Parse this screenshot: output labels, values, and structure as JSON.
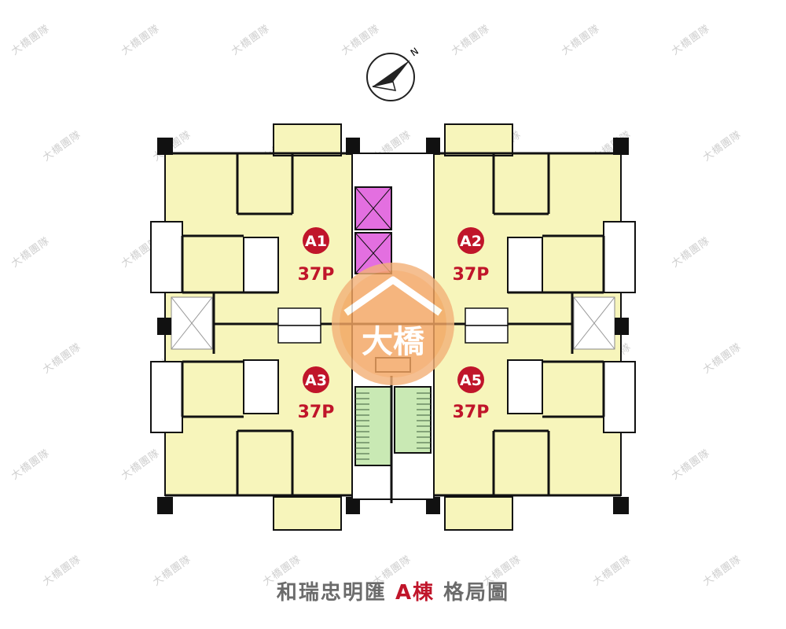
{
  "watermark": "大橋團隊",
  "compass": {
    "north_label": "N"
  },
  "center_logo": {
    "text": "大橋"
  },
  "units": [
    {
      "id": "A1",
      "size": "37P"
    },
    {
      "id": "A2",
      "size": "37P"
    },
    {
      "id": "A3",
      "size": "37P"
    },
    {
      "id": "A5",
      "size": "37P"
    }
  ],
  "caption": {
    "prefix": "和瑞忠明匯",
    "building": "A棟",
    "suffix": "格局圖"
  },
  "colors": {
    "room_fill": "#f7f5bb",
    "wall": "#111111",
    "elevator": "#e36fe0",
    "stairs": "#c9e9b4",
    "badge": "#c0152a",
    "logo": "#f3a25a"
  }
}
